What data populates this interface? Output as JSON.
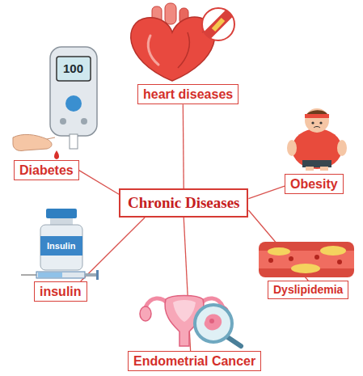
{
  "diagram": {
    "nodes": [
      {
        "text": [
          "heart diseases"
        ]
      },
      {
        "text": [
          "Diabetes"
        ]
      },
      {
        "text": [
          "Chronic Diseases"
        ]
      },
      {
        "text": [
          "Obesity"
        ]
      },
      {
        "text": [
          "insulin"
        ]
      },
      {
        "text": [
          "Dyslipidemia"
        ]
      },
      {
        "text": [
          "Endometrial Cancer"
        ]
      }
    ],
    "edges": [
      {
        "from": 2,
        "to": 0,
        "arrow": "none"
      },
      {
        "from": 2,
        "to": 1,
        "arrow": "none"
      },
      {
        "from": 2,
        "to": 3,
        "arrow": "none"
      },
      {
        "from": 2,
        "to": 4,
        "arrow": "none"
      },
      {
        "from": 2,
        "to": 5,
        "arrow": "none"
      },
      {
        "from": 2,
        "to": 6,
        "arrow": "none"
      }
    ],
    "labels": [
      "100",
      "Insulin"
    ]
  }
}
